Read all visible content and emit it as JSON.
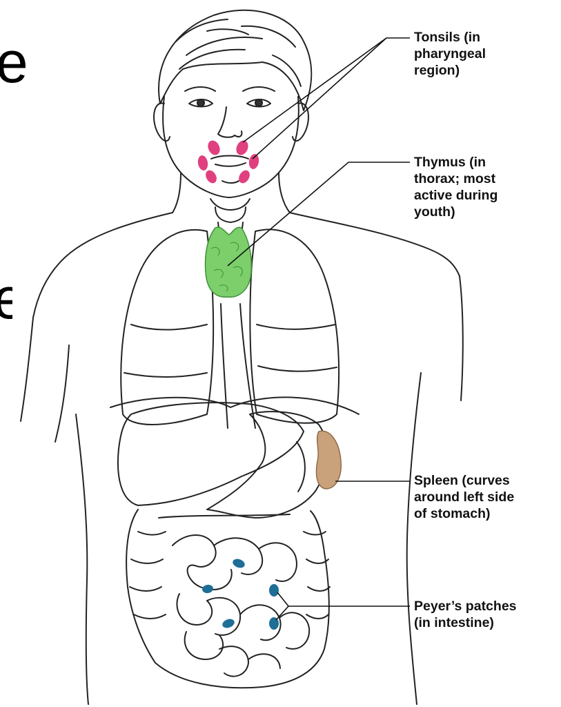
{
  "labels": {
    "tonsils": "Tonsils (in\npharyngeal\nregion)",
    "thymus": "Thymus (in\nthorax; most\nactive during\nyouth)",
    "spleen": "Spleen (curves\naround left side\nof stomach)",
    "peyers": "Peyer’s patches\n(in intestine)"
  },
  "edge_text": {
    "top": "e",
    "middle": "e"
  },
  "colors": {
    "tonsils": "#e0407f",
    "thymus": "#7ccf6a",
    "thymus_stroke": "#3f8f3a",
    "spleen": "#c9a27c",
    "spleen_stroke": "#8f6a48",
    "peyers": "#1f6e96",
    "outline": "#222222"
  }
}
